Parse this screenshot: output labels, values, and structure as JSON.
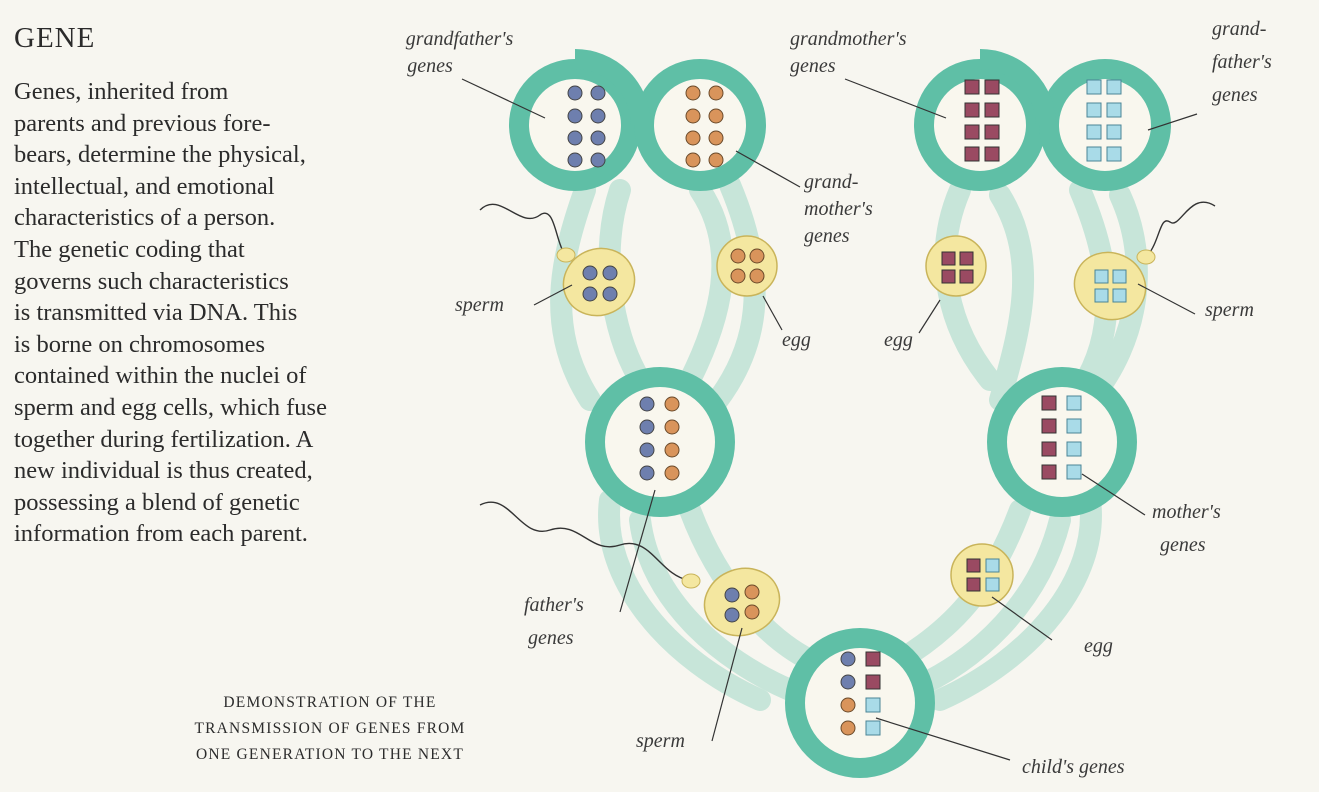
{
  "heading": "GENE",
  "body_lines": [
    "Genes, inherited from",
    "parents and previous fore-",
    "bears, determine the physical,",
    "intellectual, and emotional",
    "characteristics of a person.",
    "The genetic coding that",
    "governs such characteristics",
    "is transmitted via DNA. This",
    "is borne on chromosomes",
    "contained within the nuclei of",
    "sperm and egg cells, which fuse",
    "together during fertilization. A",
    "new individual is thus created,",
    "possessing a blend of genetic",
    "information from each parent."
  ],
  "caption_lines": [
    "DEMONSTRATION OF THE",
    "TRANSMISSION OF GENES FROM",
    "ONE GENERATION TO THE NEXT"
  ],
  "labels": {
    "grandfather_left": [
      "grandfather's",
      "genes"
    ],
    "grandmother_left": [
      "grand-",
      "mother's",
      "genes"
    ],
    "grandmother_right": [
      "grandmother's",
      "genes"
    ],
    "grandfather_right": [
      "grand-",
      "father's",
      "genes"
    ],
    "sperm_left": "sperm",
    "egg_left": "egg",
    "egg_right": "egg",
    "sperm_right": "sperm",
    "father_genes": [
      "father's",
      "genes"
    ],
    "mother_genes": [
      "mother's",
      "genes"
    ],
    "egg_bottom": "egg",
    "sperm_bottom": "sperm",
    "child_genes": "child's genes"
  },
  "colors": {
    "ring": "#5fbfa6",
    "ring_edge": "#3f9e86",
    "strand": "#bfe3d6",
    "cell_fill": "#f4e7a0",
    "cell_edge": "#c9b45a",
    "blue_gene": "#6e7fae",
    "orange_gene": "#d9945b",
    "maroon_gene": "#9a4a62",
    "cyan_gene": "#a9dbe8"
  }
}
